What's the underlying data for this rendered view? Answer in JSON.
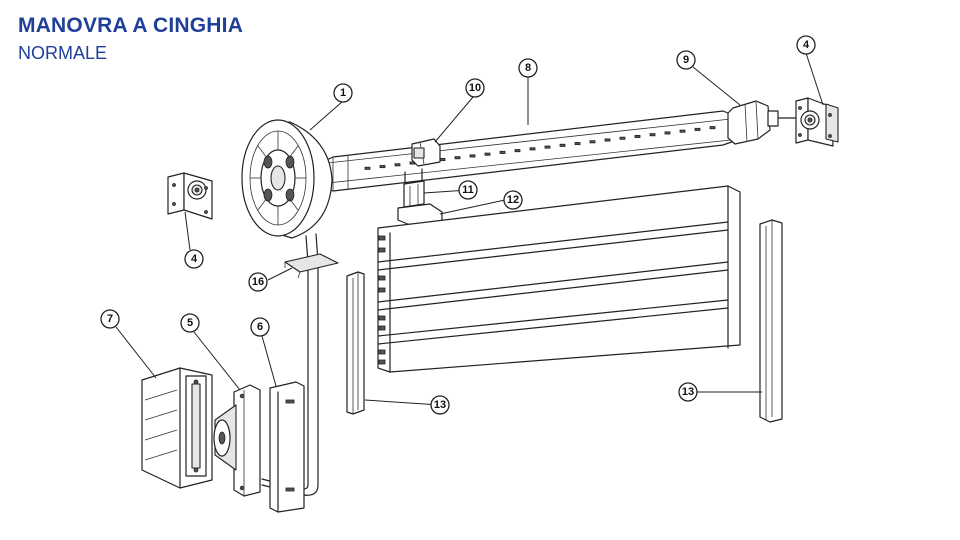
{
  "header": {
    "title": "MANOVRA A CINGHIA",
    "subtitle": "NORMALE"
  },
  "callouts": [
    {
      "id": "c1",
      "label": "1"
    },
    {
      "id": "c4a",
      "label": "4"
    },
    {
      "id": "c4b",
      "label": "4"
    },
    {
      "id": "c5",
      "label": "5"
    },
    {
      "id": "c6",
      "label": "6"
    },
    {
      "id": "c7",
      "label": "7"
    },
    {
      "id": "c8",
      "label": "8"
    },
    {
      "id": "c9",
      "label": "9"
    },
    {
      "id": "c10",
      "label": "10"
    },
    {
      "id": "c11",
      "label": "11"
    },
    {
      "id": "c12",
      "label": "12"
    },
    {
      "id": "c13a",
      "label": "13"
    },
    {
      "id": "c13b",
      "label": "13"
    },
    {
      "id": "c16",
      "label": "16"
    }
  ],
  "colors": {
    "title": "#1f3f99",
    "line": "#222222",
    "background": "#ffffff"
  }
}
